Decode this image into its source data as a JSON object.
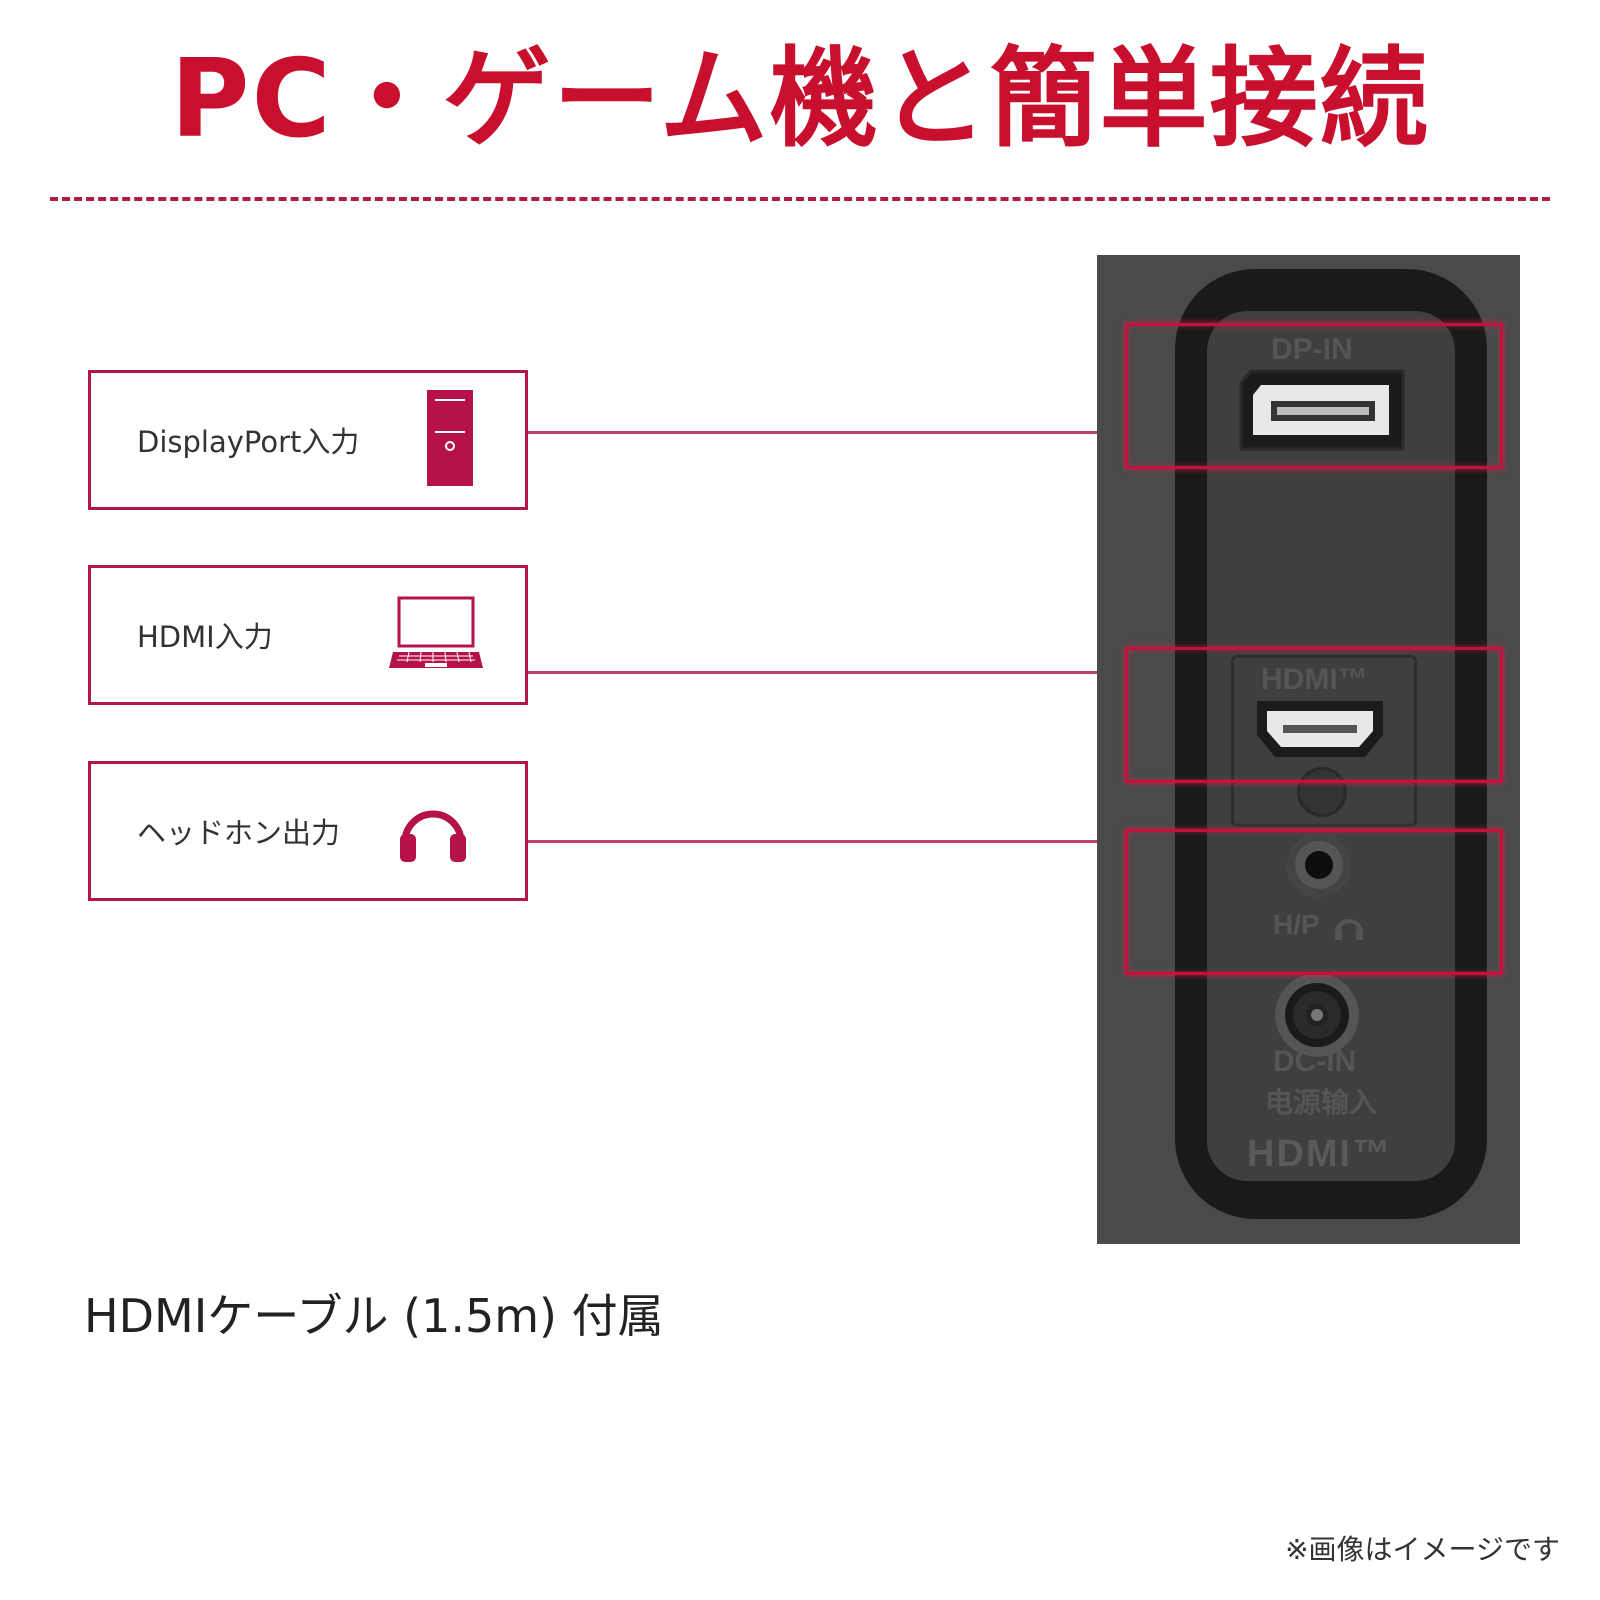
{
  "header": {
    "title": "PC・ゲーム機と簡単接続"
  },
  "connections": [
    {
      "label": "DisplayPort入力",
      "icon": "desktop-tower-icon"
    },
    {
      "label": "HDMI入力",
      "icon": "laptop-icon"
    },
    {
      "label": "ヘッドホン出力",
      "icon": "headphones-icon"
    }
  ],
  "panel": {
    "dp_label": "DP-IN",
    "hdmi_label": "HDMI™",
    "hp_label": "H/P",
    "dc_label": "DC-IN",
    "dc_sub_label": "电源输入",
    "hdmi_logo": "HDMI™"
  },
  "caption": "HDMIケーブル (1.5m) 付属",
  "note": "※画像はイメージです",
  "colors": {
    "accent": "#c8102e",
    "frame": "#b0184a",
    "icon": "#b5124a",
    "panel": "#4a4a4a"
  }
}
